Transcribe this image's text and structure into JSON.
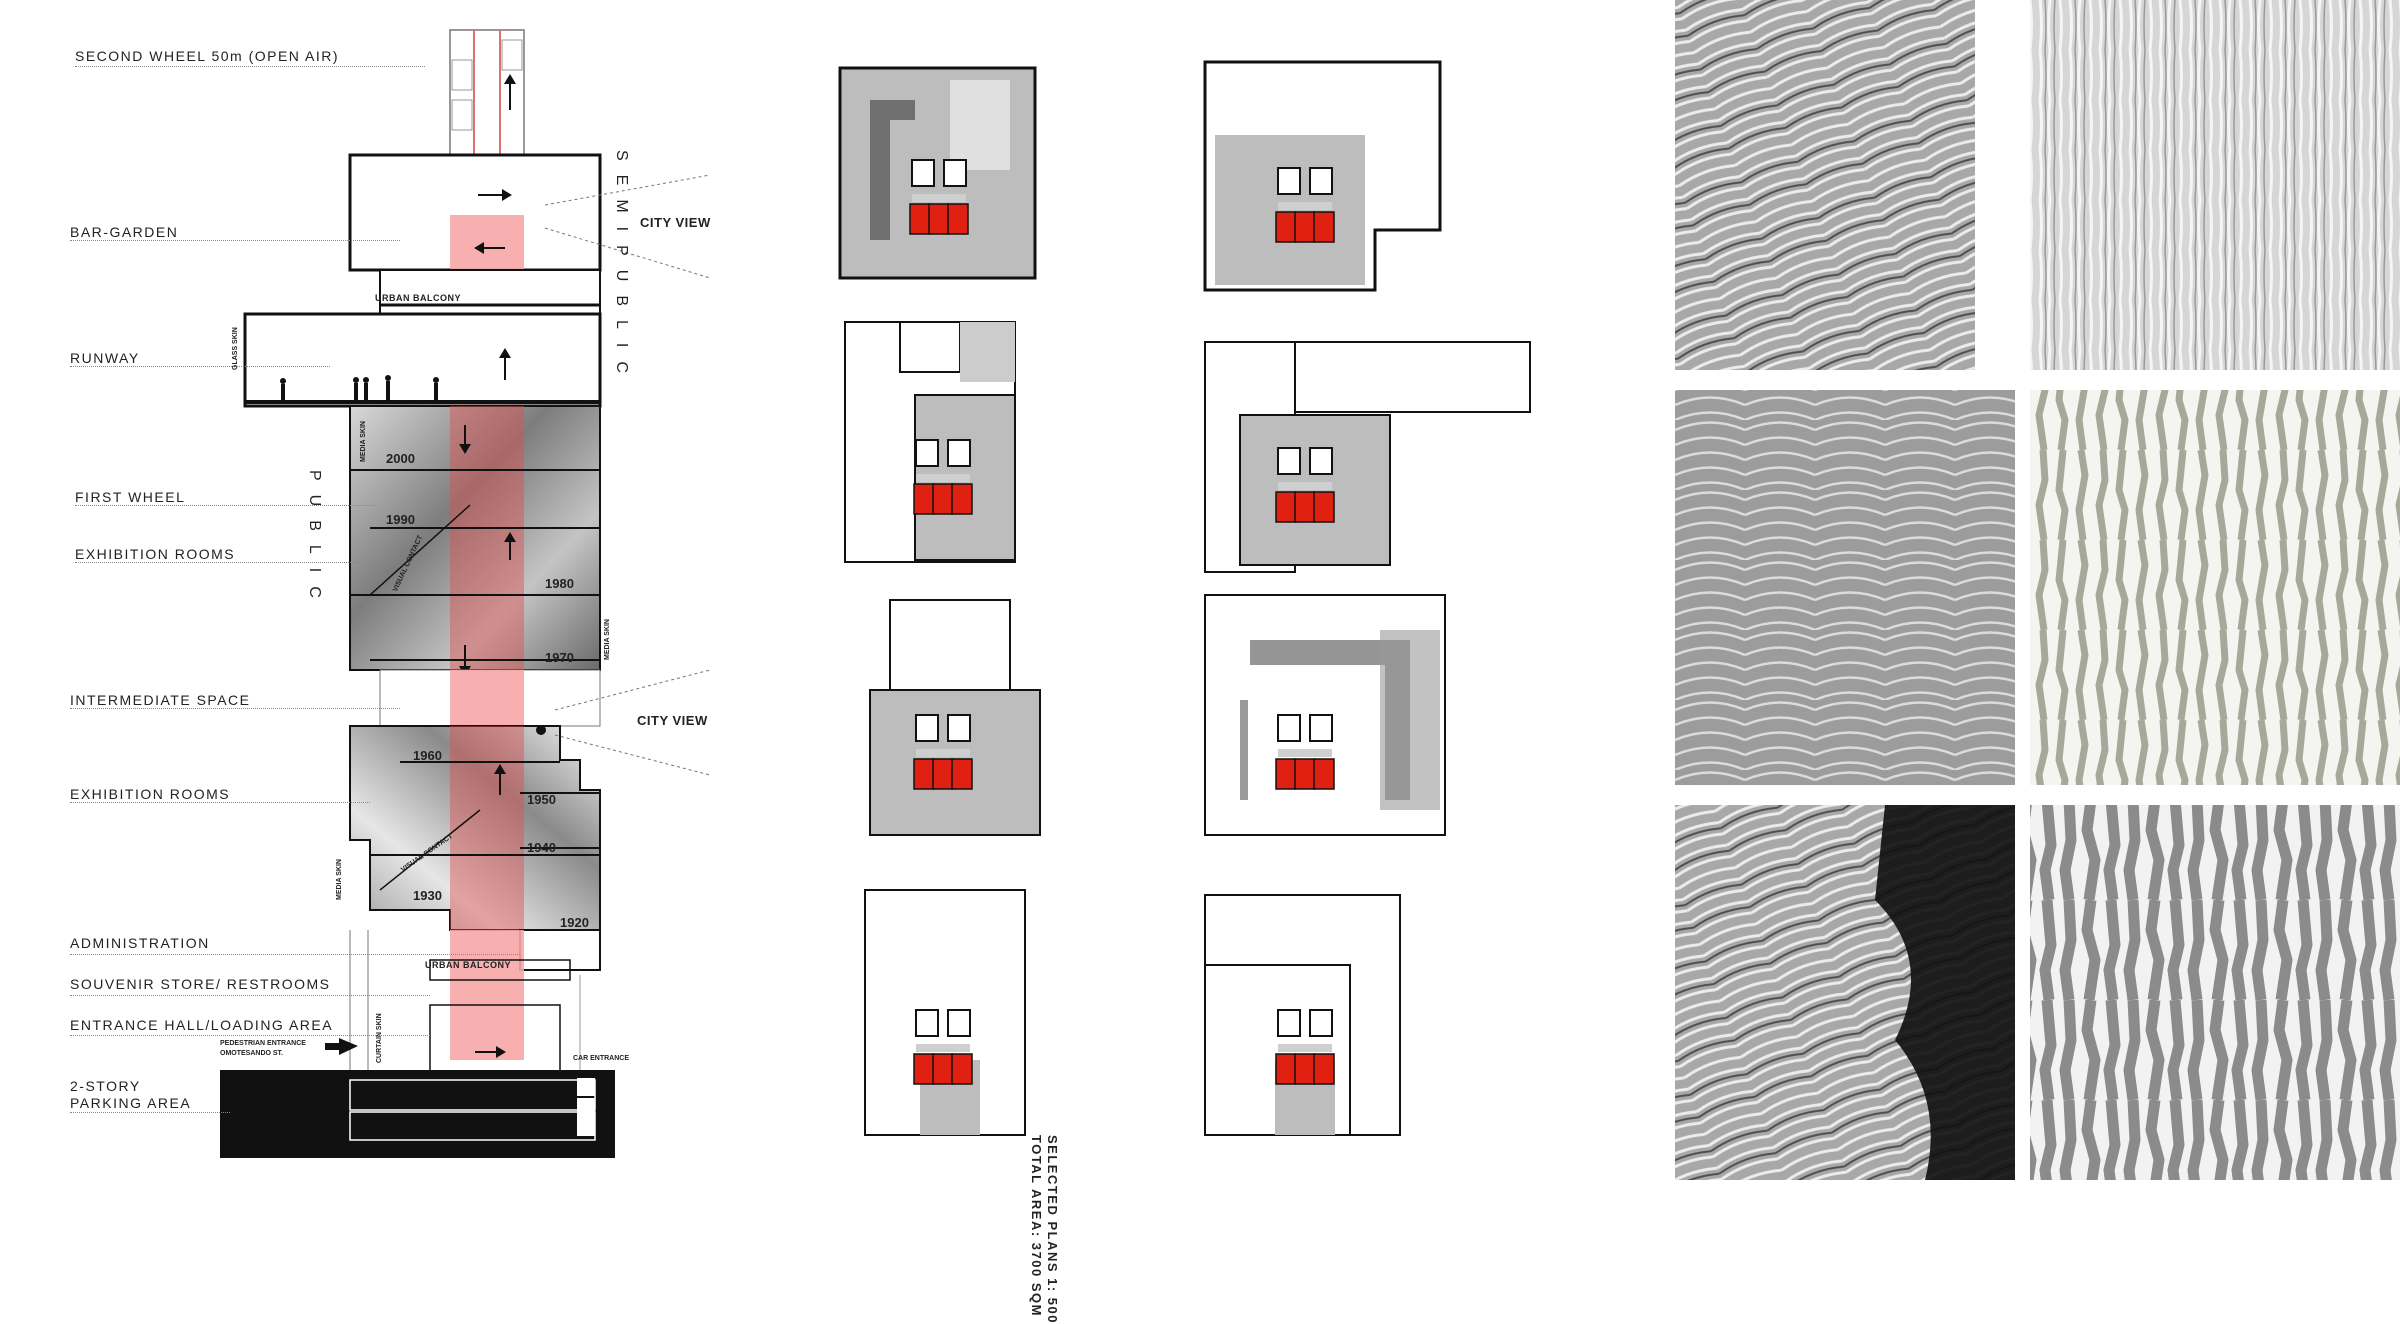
{
  "section": {
    "labels": [
      "SECOND WHEEL 50m (OPEN AIR)",
      "BAR-GARDEN",
      "RUNWAY",
      "FIRST WHEEL",
      "EXHIBITION ROOMS",
      "INTERMEDIATE SPACE",
      "EXHIBITION ROOMS",
      "ADMINISTRATION",
      "SOUVENIR STORE/ RESTROOMS",
      "ENTRANCE HALL/LOADING AREA",
      "2-STORY",
      "PARKING AREA"
    ],
    "semipublic": "SEMIPUBLIC",
    "public": "PUBLIC",
    "city_view_top": "CITY VIEW",
    "city_view_mid": "CITY VIEW",
    "urban_balcony_top": "URBAN BALCONY",
    "urban_balcony_bottom": "URBAN BALCONY",
    "glass_skin": "GLASS SKIN",
    "media_skin_a": "MEDIA SKIN",
    "media_skin_b": "MEDIA SKIN",
    "media_skin_c": "MEDIA SKIN",
    "curtain_skin": "CURTAIN SKIN",
    "visual_contact_a": "VISUAL CONTACT",
    "visual_contact_b": "VISUAL CONTACT",
    "pedestrian_entrance": "PEDESTRIAN ENTRANCE",
    "omotesando": "OMOTESANDO ST.",
    "car_entrance": "CAR ENTRANCE",
    "years": [
      "2000",
      "1990",
      "1980",
      "1970",
      "1960",
      "1950",
      "1940",
      "1930",
      "1920"
    ]
  },
  "plans": {
    "scale_text": "SELECTED PLANS 1: 500",
    "area_text": "TOTAL AREA: 3700 SQM"
  },
  "colors": {
    "circulation": "#f08080",
    "core_red": "#e02010",
    "line": "#111111"
  }
}
